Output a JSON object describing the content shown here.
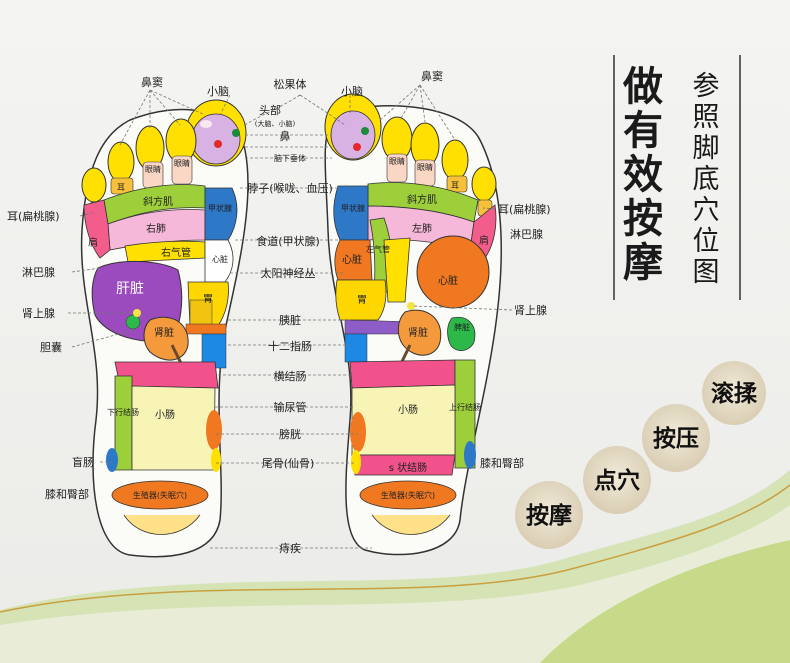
{
  "title": {
    "main": [
      "做",
      "有",
      "效",
      "按",
      "摩"
    ],
    "sub": [
      "参",
      "照",
      "脚",
      "底",
      "穴",
      "位",
      "图"
    ]
  },
  "bubbles": [
    "按摩",
    "点穴",
    "按压",
    "滚揉"
  ],
  "labels": {
    "bidou_l": "鼻窦",
    "xiaonao_l": "小脑",
    "songguoti": "松果体",
    "xiaonao_r": "小脑",
    "bidou_r": "鼻窦",
    "toubu": "头部",
    "toubu_sub": "(大脑、小脑)",
    "bi": "鼻",
    "naoxiachui": "脑下垂体",
    "bozi": "脖子(喉咙、血压)",
    "shidao": "食道(甲状腺)",
    "taiyang": "太阳神经丛",
    "yizang": "胰脏",
    "shierzhi": "十二指肠",
    "hengjie": "横结肠",
    "shuniao": "输尿管",
    "pangguang": "膀胱",
    "weigu": "尾骨(仙骨)",
    "zhiji": "痔疾",
    "er_l": "耳(扁桃腺)",
    "linba_l": "淋巴腺",
    "shenshang_l": "肾上腺",
    "dannang": "胆囊",
    "mangchang": "盲肠",
    "xiqi_l": "膝和臀部",
    "er_r": "耳(扁桃腺)",
    "linba_r": "淋巴腺",
    "shenshang_r": "肾上腺",
    "xiqi_r": "膝和臀部"
  },
  "zones": {
    "er": "耳",
    "yanjing": "眼睛",
    "xiefang": "斜方肌",
    "youfei": "右肺",
    "zuofei": "左肺",
    "jian": "肩",
    "youqiguan": "右气管",
    "zuoqiguan": "左气管",
    "jiazhuang": "甲状腺",
    "xinzang_sm": "心脏",
    "xinzang": "心脏",
    "ganzang": "肝脏",
    "wei": "胃",
    "shenzang": "肾脏",
    "pizang": "脾脏",
    "xiaxing": "下行结肠",
    "shangxing": "上行结肠",
    "xiaochang": "小肠",
    "szhuang": "s 状结肠",
    "shengzhi": "生殖器(失眠穴)"
  },
  "colors": {
    "toe": "#ffe000",
    "liver": "#9b4bbd",
    "heart": "#f07820",
    "kidney": "#f59a3c",
    "lung": "#f6b8d8",
    "thyroid": "#2e78c8",
    "stomach": "#ffd700",
    "gut": "#f7f4b6",
    "green": "#9ccf3a",
    "gen": "#ffe18a",
    "stalk": "#6b4a2a"
  }
}
